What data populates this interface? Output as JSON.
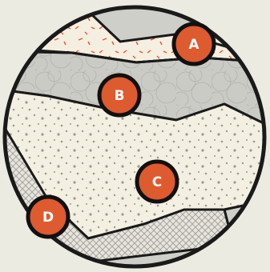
{
  "diagram": {
    "markers": [
      {
        "id": "A",
        "label": "A"
      },
      {
        "id": "B",
        "label": "B"
      },
      {
        "id": "C",
        "label": "C"
      },
      {
        "id": "D",
        "label": "D"
      }
    ],
    "colors": {
      "background": "#ecebe2",
      "outline": "#1a1a1a",
      "marker_fill": "#de5a2f",
      "marker_text": "#ffffff",
      "layer_gray": "#cbcbc6",
      "layer_cream": "#f3f0e2",
      "layer_light": "#e6e4dc",
      "accent_red": "#e8572c"
    }
  }
}
